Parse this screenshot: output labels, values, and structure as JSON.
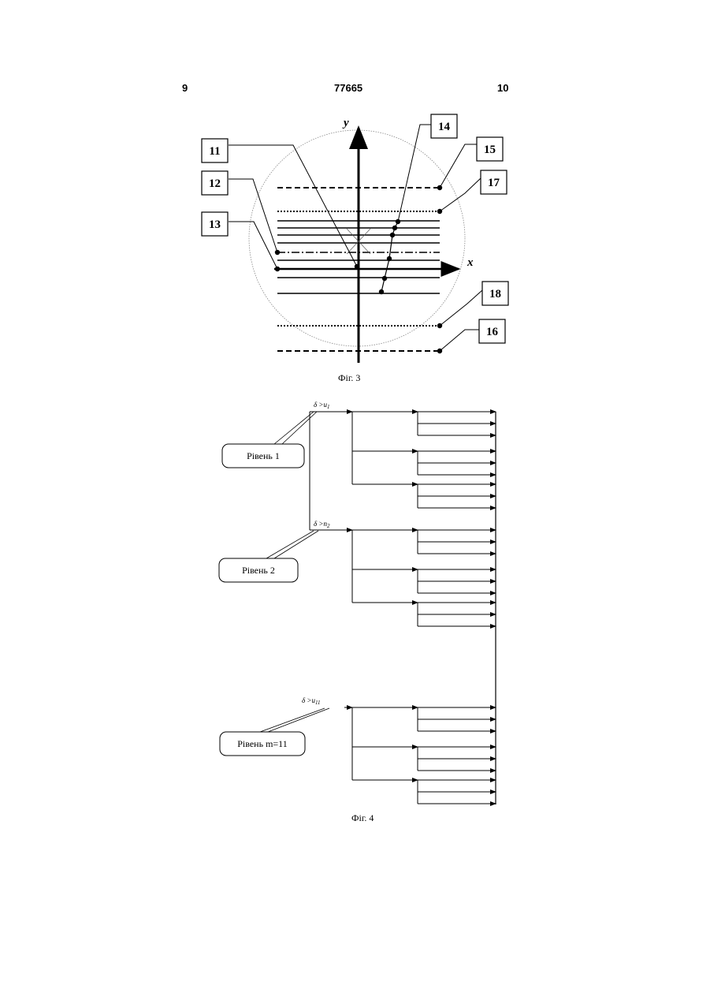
{
  "header": {
    "page_left": "9",
    "doc_number": "77665",
    "page_right": "10"
  },
  "fig3": {
    "caption": "Фіг. 3",
    "axis_y": "y",
    "axis_x": "x",
    "callouts": [
      "11",
      "12",
      "13",
      "14",
      "15",
      "17",
      "18",
      "16"
    ]
  },
  "fig4": {
    "caption": "Фіг. 4",
    "levels": [
      {
        "label": "Рівень 1",
        "condition": "δ >u",
        "sub": "1"
      },
      {
        "label": "Рівень 2",
        "condition": "δ >n",
        "sub": "2"
      },
      {
        "label": "Рівень m=11",
        "condition": "δ >u",
        "sub": "11"
      }
    ]
  }
}
